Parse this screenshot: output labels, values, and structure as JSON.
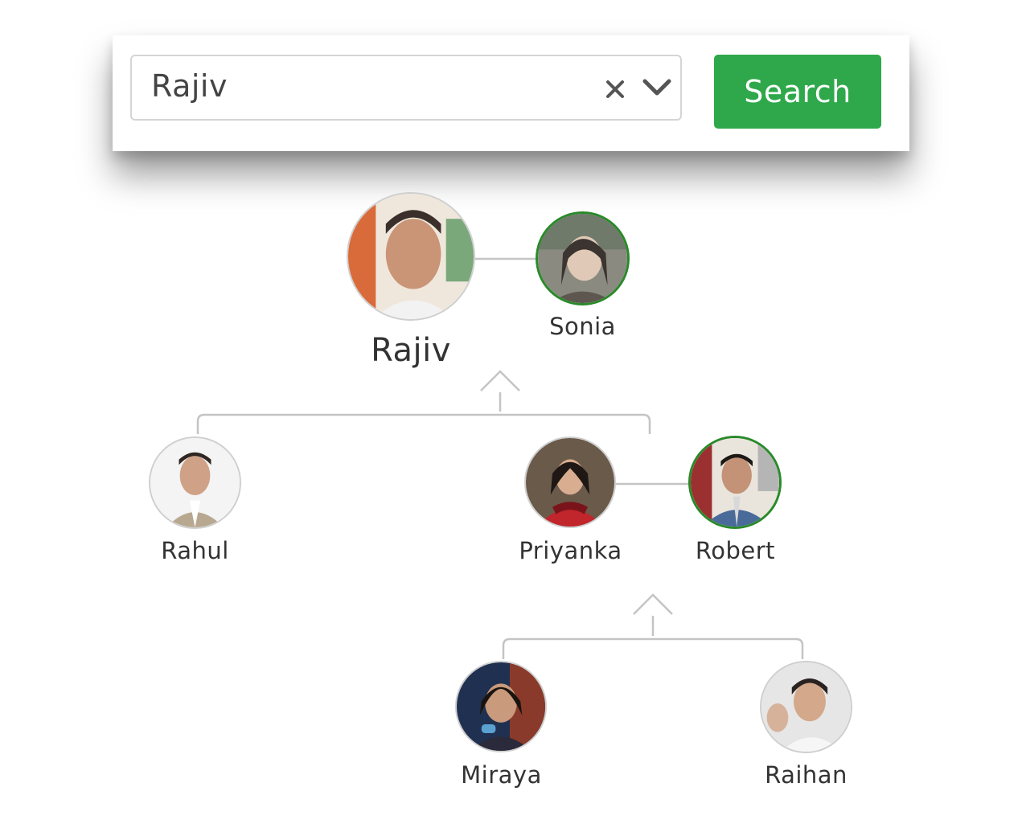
{
  "search": {
    "value": "Rajiv",
    "button_label": "Search",
    "button_color": "#2ea84a"
  },
  "tree": {
    "root": {
      "name": "Rajiv"
    },
    "root_spouse": {
      "name": "Sonia"
    },
    "children": [
      {
        "name": "Rahul"
      },
      {
        "name": "Priyanka"
      }
    ],
    "child_spouse": {
      "name": "Robert"
    },
    "grandchildren": [
      {
        "name": "Miraya"
      },
      {
        "name": "Raihan"
      }
    ]
  },
  "colors": {
    "spouse_border": "#2a8a2a",
    "connector": "#c4c4c4"
  },
  "icons": {
    "clear": "clear-icon",
    "dropdown": "chevron-down-icon",
    "expand": "chevron-up-icon"
  }
}
